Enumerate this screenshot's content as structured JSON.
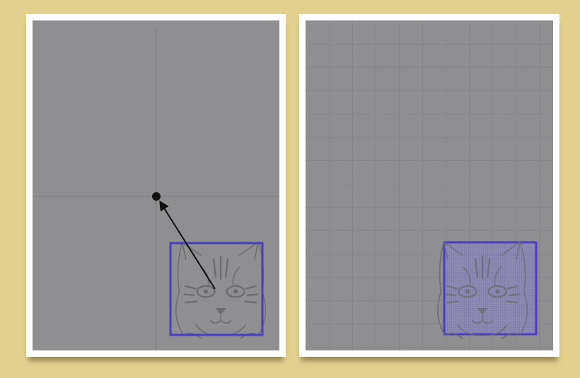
{
  "panels": [
    {
      "id": "left",
      "grid": "crosshair",
      "selection": "outlined",
      "arrow": "from-image-center-to-point"
    },
    {
      "id": "right",
      "grid": "full-grid",
      "selection": "filled-stipple"
    }
  ],
  "colors": {
    "background": "#e2d08e",
    "card": "#ffffff",
    "canvas": "#8f8f91",
    "guide_line": "#7c7c80",
    "selection_outline": "#4a3ec0",
    "arrow": "#000000",
    "cat_sketch": "#6d6d71"
  },
  "icons": [
    "cat-sketch-icon",
    "target-point-icon",
    "arrow-icon"
  ]
}
